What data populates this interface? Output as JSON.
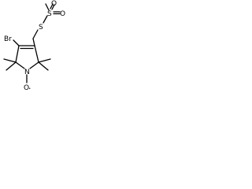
{
  "molecule": {
    "atoms": {
      "sulfonyl_sulfur": "S",
      "sulfonyl_oxygen_top": "O",
      "sulfonyl_oxygen_right": "O",
      "thio_sulfur": "S",
      "bromine": "Br",
      "nitrogen": "N",
      "nitroxide_oxygen": "O"
    },
    "radical_marker": "·"
  }
}
